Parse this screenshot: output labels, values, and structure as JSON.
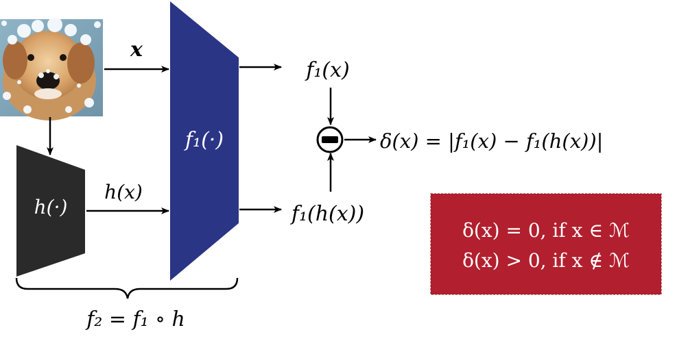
{
  "labels": {
    "input": "x",
    "f1_block": "f₁(·)",
    "h_block": "h(·)",
    "hx": "h(x)",
    "f1x": "f₁(x)",
    "f1hx": "f₁(h(x))",
    "delta_eq": "δ(x) = |f₁(x) − f₁(h(x))|",
    "brace_caption": "f₂ = f₁ ∘ h"
  },
  "box": {
    "line1": "δ(x) = 0, if x ∈ ℳ",
    "line2": "δ(x) > 0, if x ∉ ℳ"
  },
  "icons": {
    "input_image": "snow-puppy-photo",
    "operator": "minus-circle-icon"
  },
  "colors": {
    "f1_block": "#2b3586",
    "h_block": "#2a2a2a",
    "box_fill": "#b21f2e",
    "box_text": "#ffffff"
  }
}
